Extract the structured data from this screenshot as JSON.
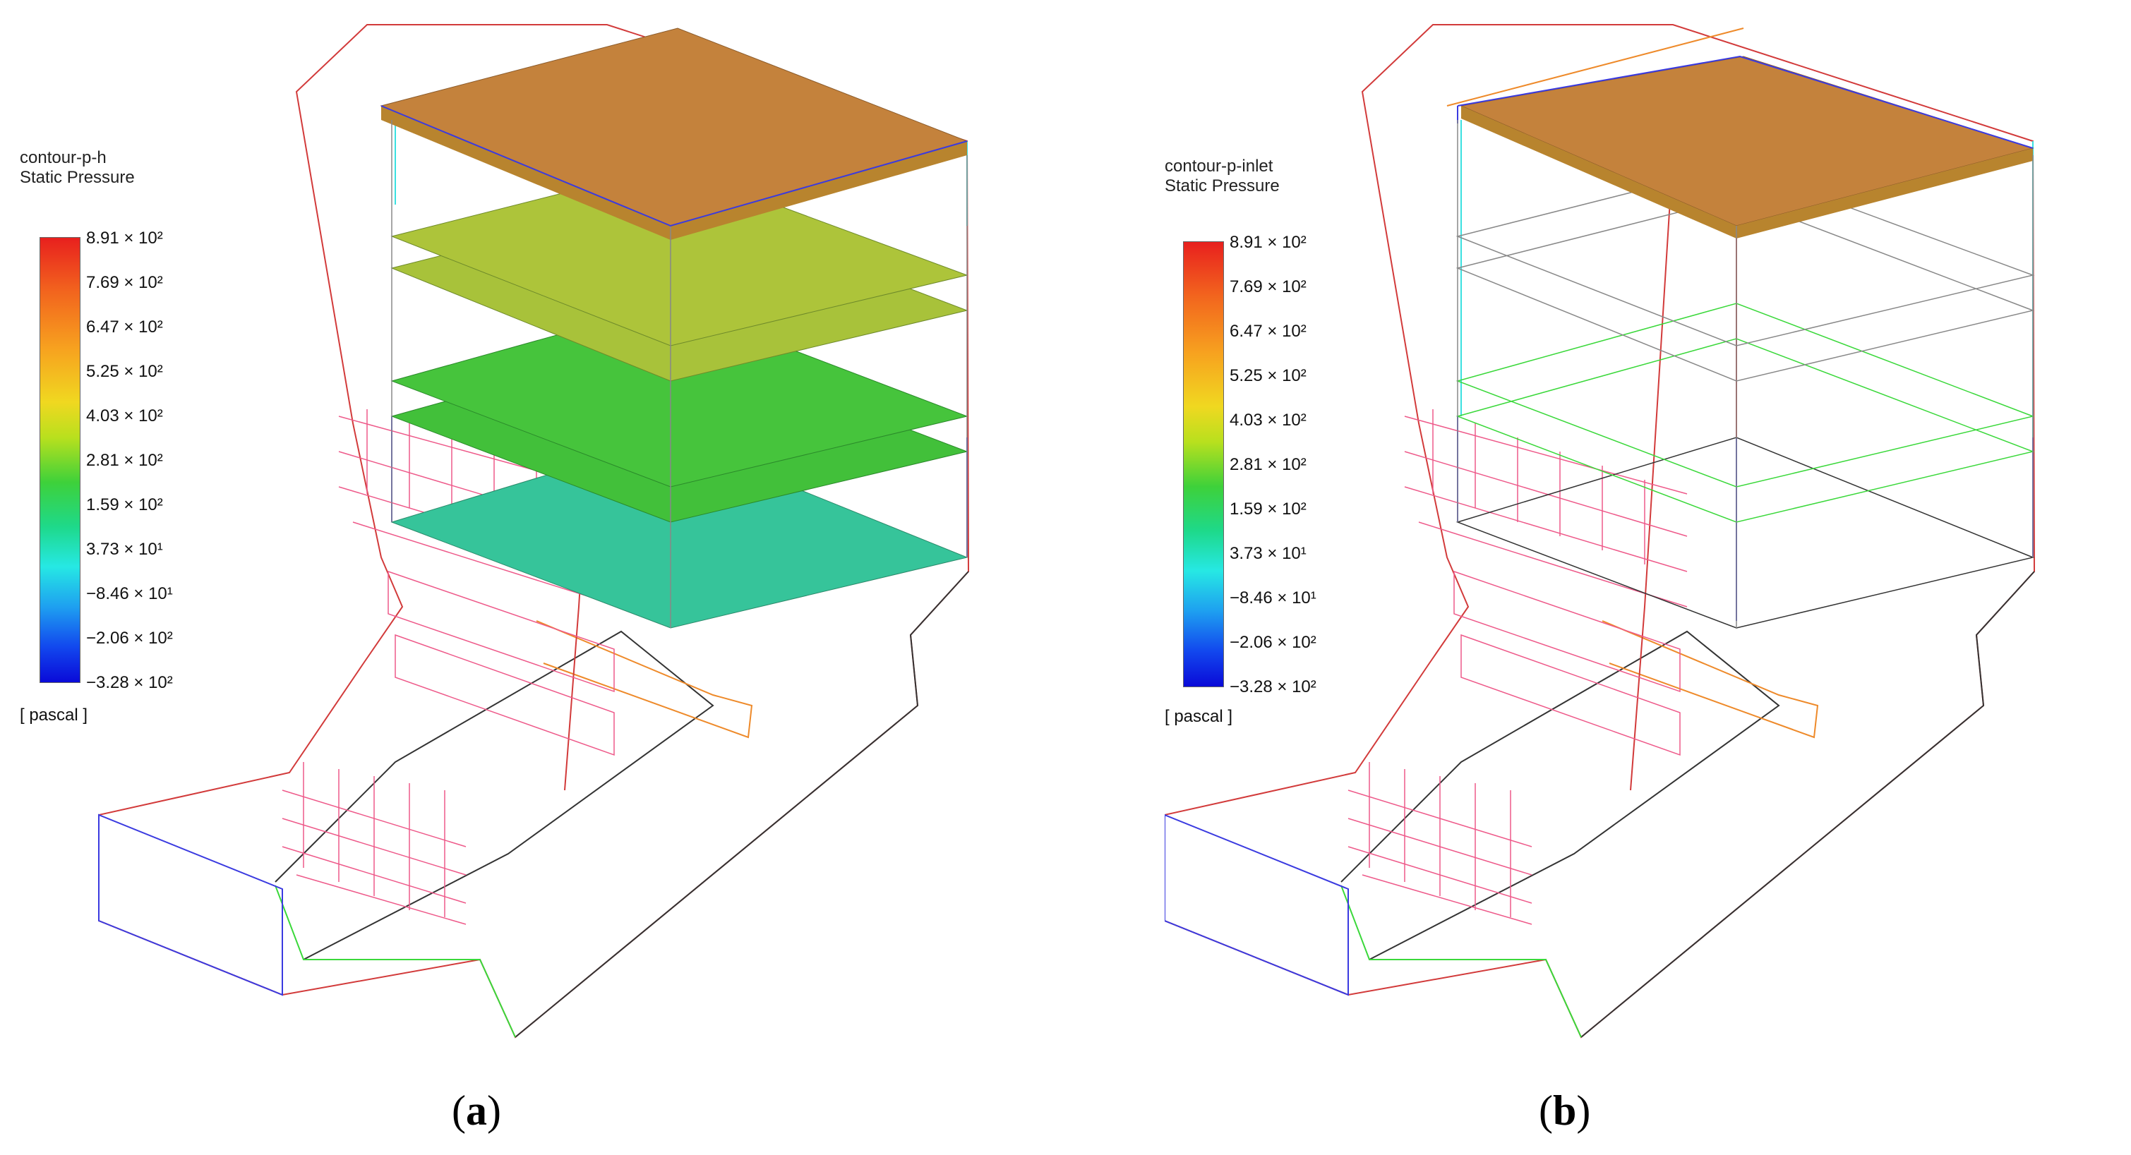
{
  "panels": [
    {
      "label_open": "(",
      "label_letter": "a",
      "label_close": ")",
      "legend_name": "contour-p-h",
      "legend_quantity": "Static Pressure",
      "unit": "[ pascal ]",
      "ticks": [
        "8.91 × 10²",
        "7.69 × 10²",
        "6.47 × 10²",
        "5.25 × 10²",
        "4.03 × 10²",
        "2.81 × 10²",
        "1.59 × 10²",
        "3.73 × 10¹",
        "−8.46 × 10¹",
        "−2.06 × 10²",
        "−3.28 × 10²"
      ],
      "filled_planes": [
        "top",
        "upper-pair",
        "middle-pair",
        "lower"
      ]
    },
    {
      "label_open": "(",
      "label_letter": "b",
      "label_close": ")",
      "legend_name": "contour-p-inlet",
      "legend_quantity": "Static Pressure",
      "unit": "[ pascal ]",
      "ticks": [
        "8.91 × 10²",
        "7.69 × 10²",
        "6.47 × 10²",
        "5.25 × 10²",
        "4.03 × 10²",
        "2.81 × 10²",
        "1.59 × 10²",
        "3.73 × 10¹",
        "−8.46 × 10¹",
        "−2.06 × 10²",
        "−3.28 × 10²"
      ],
      "filled_planes": [
        "top"
      ]
    }
  ],
  "colors": {
    "top_plane": "#c4823c",
    "upper_planes": "#a8c23a",
    "middle_planes": "#42c03a",
    "lower_plane": "#36c49a",
    "outline_red": "#d23a3a",
    "outline_black": "#333333",
    "outline_blue": "#3a3ae0",
    "outline_green": "#3ad83a",
    "outline_orange": "#ee8a2a",
    "outline_cyan": "#3ae0e0",
    "outline_pink": "#ee5a8a"
  }
}
